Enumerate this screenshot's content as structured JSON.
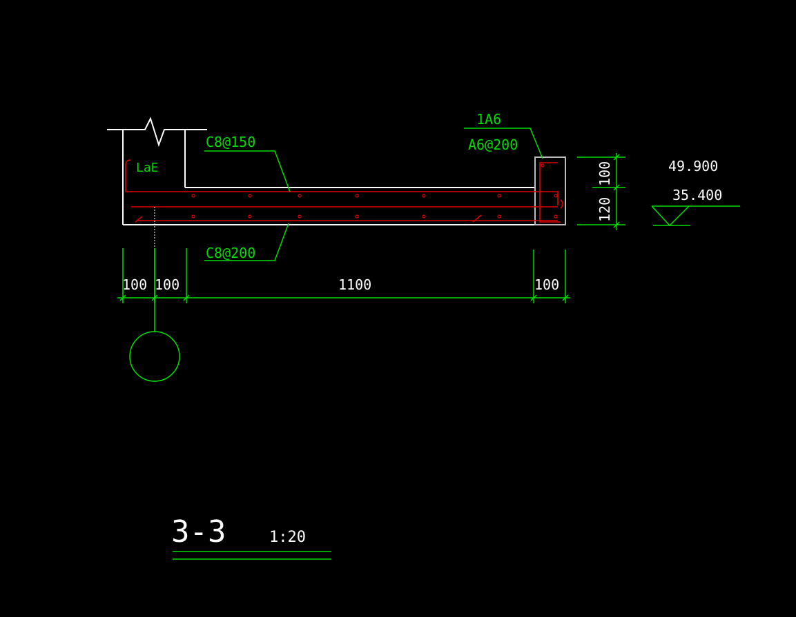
{
  "drawing": {
    "section_title": "3-3",
    "scale": "1:20",
    "labels": {
      "top_rebar": "C8@150",
      "bottom_rebar": "C8@200",
      "edge_bar_count": "1A6",
      "edge_stirrup": "A6@200",
      "anchorage": "LaE"
    },
    "dimensions": {
      "horizontal": [
        "100",
        "100",
        "1100",
        "100"
      ],
      "vertical": [
        "100",
        "120"
      ]
    },
    "elevations": {
      "upper": "49.900",
      "lower": "35.400"
    }
  },
  "colors": {
    "background": "#000000",
    "outline": "#ffffff",
    "dimension": "#00dd00",
    "rebar": "#dd0000",
    "edge_box": "#bbbbbb"
  }
}
